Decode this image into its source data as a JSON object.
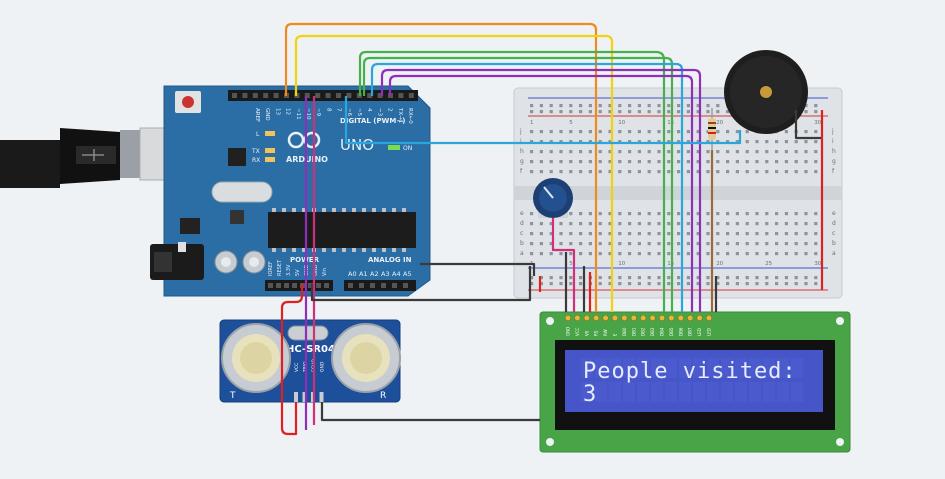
{
  "arduino": {
    "logo": "ARDUINO",
    "model": "UNO",
    "digital_label": "DIGITAL (PWM~)",
    "analog_label": "ANALOG IN",
    "power_label": "POWER",
    "on_label": "ON",
    "led_l": "L",
    "led_tx": "TX",
    "led_rx": "RX",
    "digital_pins": [
      "AREF",
      "GND",
      "13",
      "12",
      "~11",
      "~10",
      "~9",
      "8",
      "7",
      "~6",
      "~5",
      "4",
      "~3",
      "2",
      "TX→1",
      "RX←0"
    ],
    "power_pins": [
      "IOREF",
      "RESET",
      "3.3V",
      "5V",
      "GND",
      "GND",
      "Vin"
    ],
    "analog_pins": [
      "A0",
      "A1",
      "A2",
      "A3",
      "A4",
      "A5"
    ]
  },
  "sensor": {
    "label": "HC-SR04",
    "pins": [
      "VCC",
      "TRIG",
      "ECHO",
      "GND"
    ],
    "left_mark": "T",
    "right_mark": "R"
  },
  "lcd": {
    "pins": [
      "GND",
      "VCC",
      "V0",
      "RS",
      "RW",
      "E",
      "DB0",
      "DB1",
      "DB2",
      "DB3",
      "DB4",
      "DB5",
      "DB6",
      "DB7",
      "LED",
      "LED"
    ],
    "line1": "People visited:",
    "line2": "3"
  },
  "breadboard": {
    "row_letters_top": [
      "j",
      "i",
      "h",
      "g",
      "f"
    ],
    "row_letters_bottom": [
      "e",
      "d",
      "c",
      "b",
      "a"
    ],
    "column_numbers": [
      "1",
      "5",
      "10",
      "15",
      "20",
      "25",
      "30"
    ]
  },
  "colors": {
    "board": "#2b6ea6",
    "lcd_pcb": "#49a447",
    "lcd_screen": "#4656c8",
    "lcd_text": "#e6ecff",
    "wire_orange": "#ef8a1e",
    "wire_yellow": "#f2d20f",
    "wire_green": "#46b04a",
    "wire_cyan": "#2aa6dd",
    "wire_purple": "#8e2fb8",
    "wire_red": "#e02020",
    "wire_black": "#3a3a3a",
    "wire_brown": "#9a6a3a",
    "wire_magenta": "#d0307a"
  }
}
